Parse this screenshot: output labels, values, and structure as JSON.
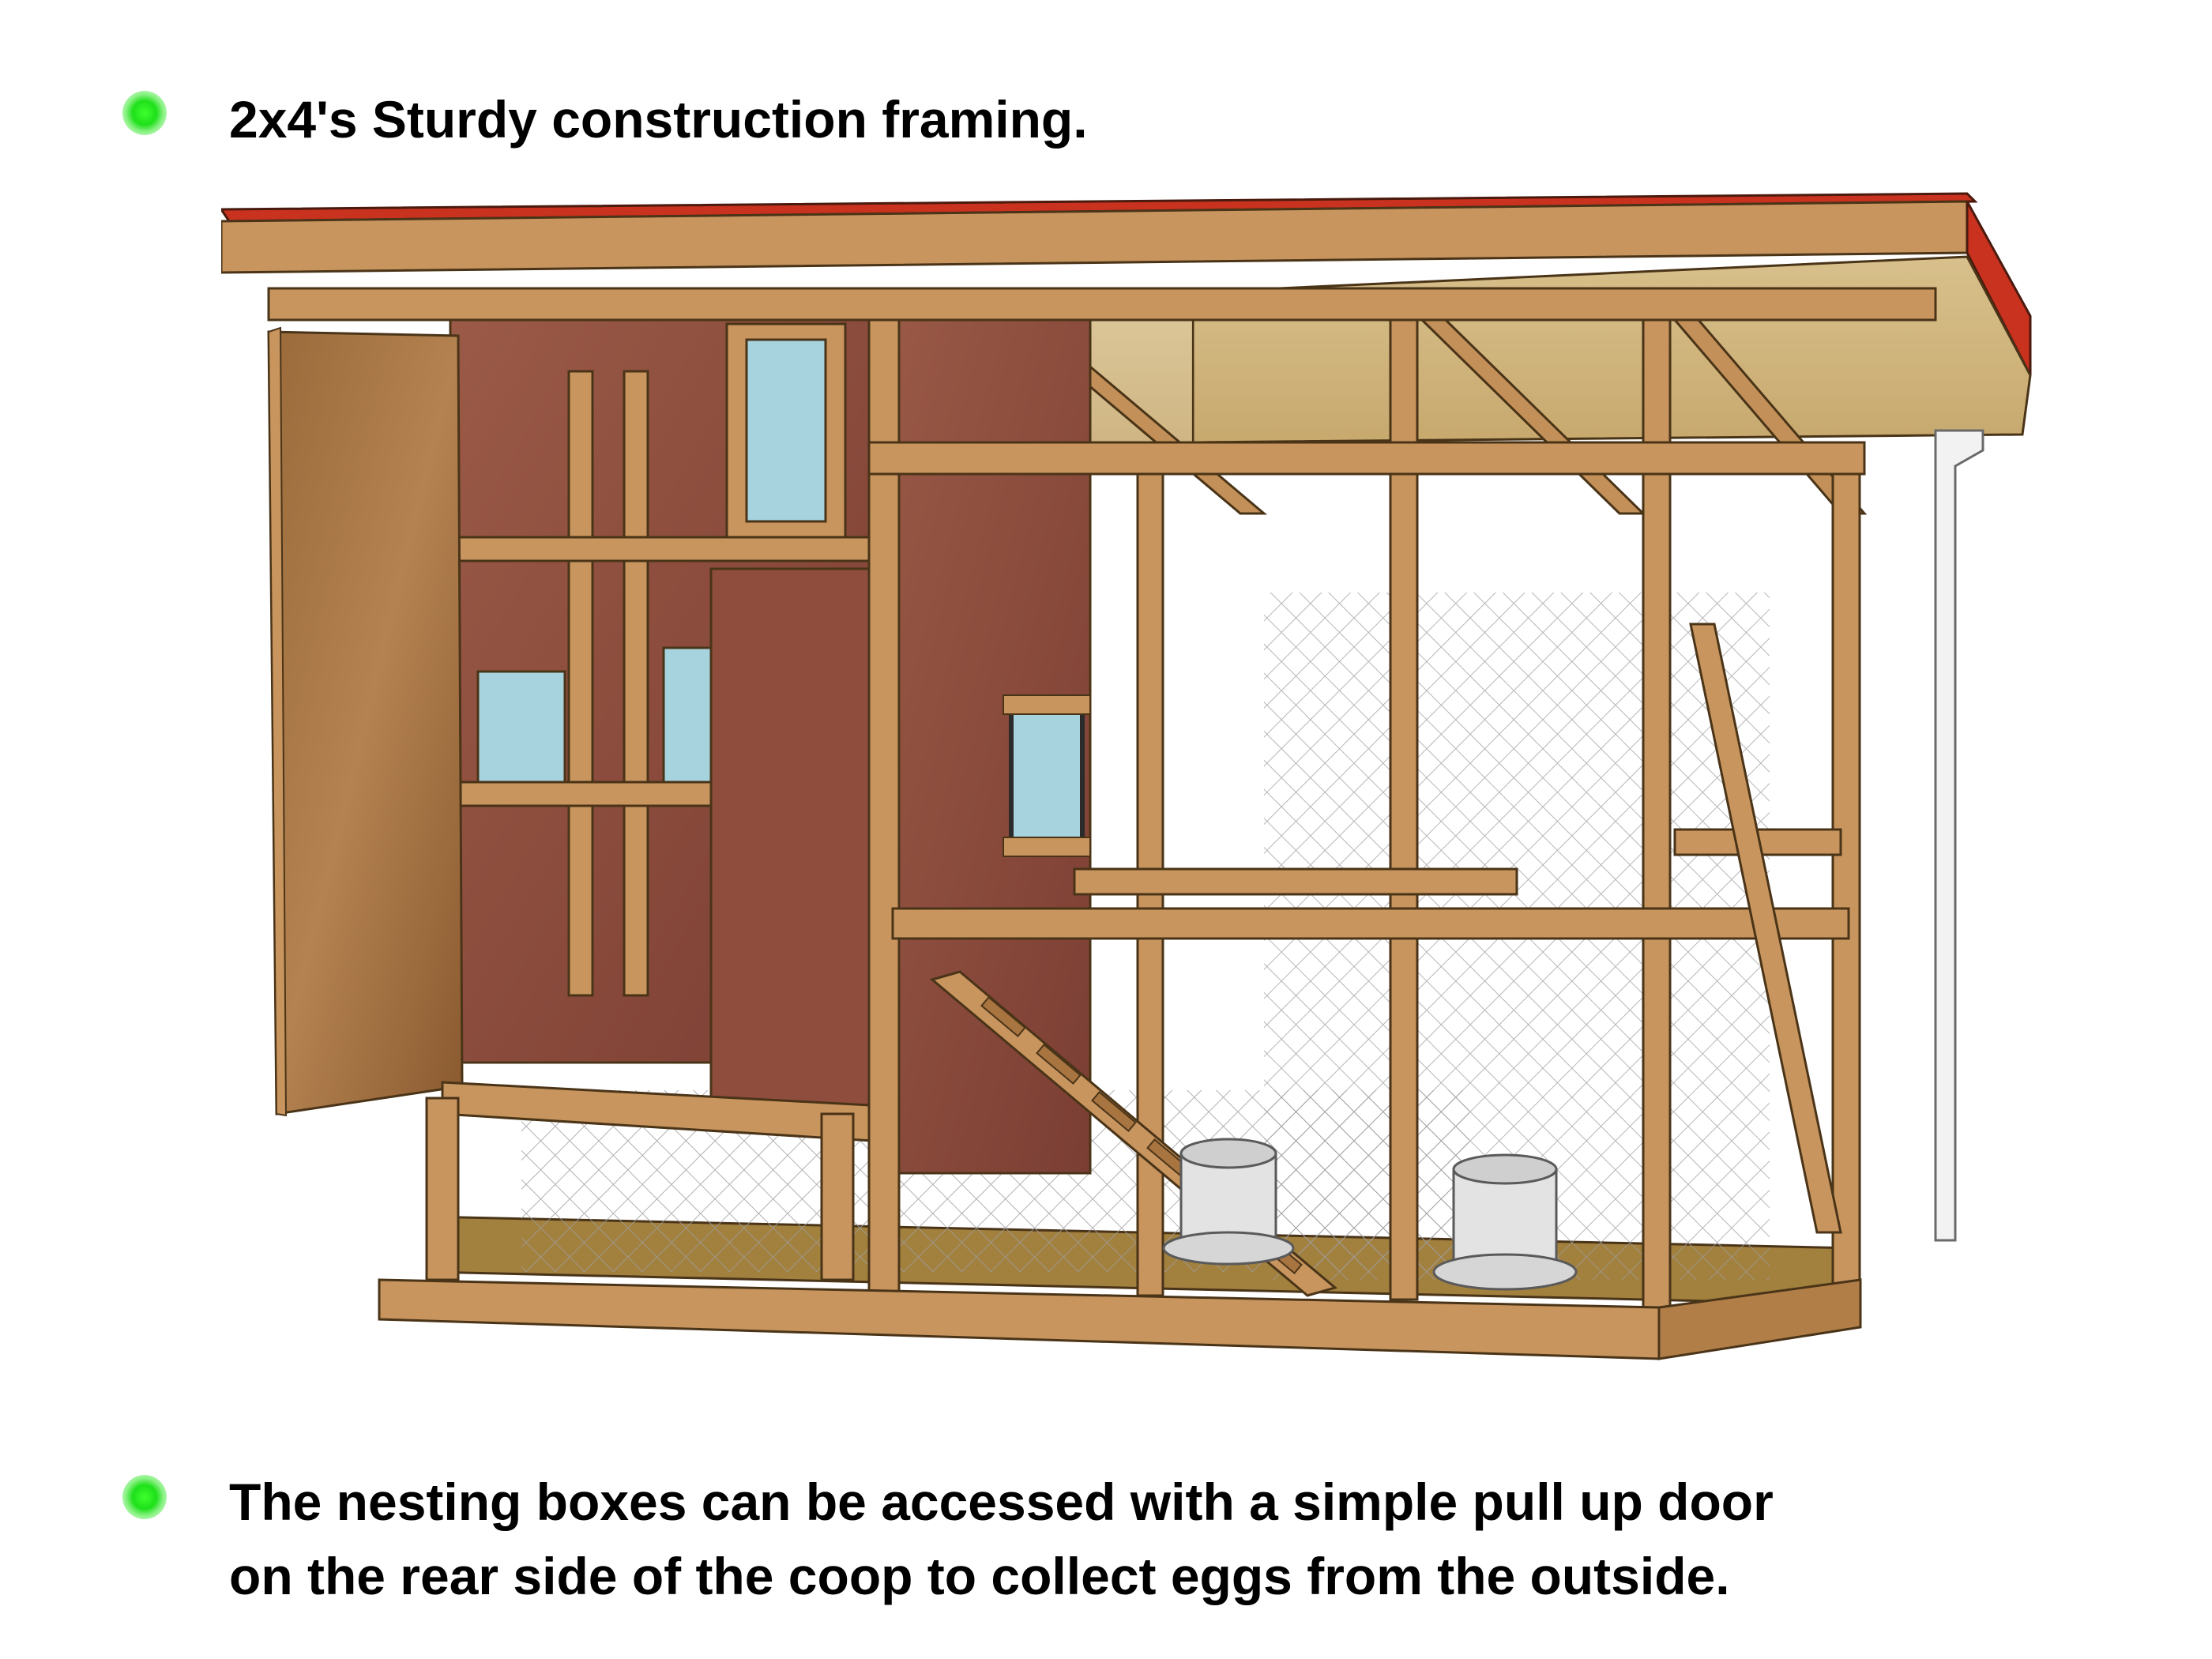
{
  "bullets": [
    {
      "text": "2x4's Sturdy construction framing.",
      "icon": "green-glow-dot-icon"
    },
    {
      "lines": [
        "The nesting boxes can be accessed with a simple pull up door",
        "on the rear side of the coop to collect eggs from the outside."
      ],
      "icon": "green-glow-dot-icon"
    }
  ],
  "colors": {
    "bullet": "#22e01c",
    "wood": "#c8955e",
    "wood_dark": "#8a5a2e",
    "roof_edge": "#c8321e",
    "panel": "#8b4a3a",
    "floor": "#9a7a3c",
    "mesh": "#9a9a9a",
    "window": "#a7d3df"
  }
}
